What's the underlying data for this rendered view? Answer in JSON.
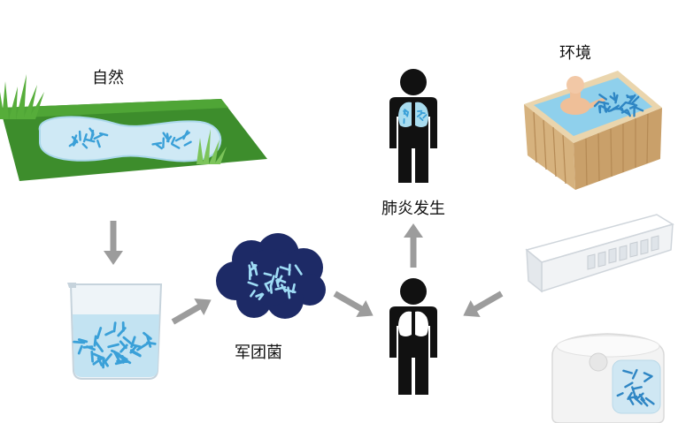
{
  "labels": {
    "nature": "自然",
    "environment": "环境",
    "pneumonia": "肺炎发生",
    "legionella": "军团菌"
  },
  "colors": {
    "grass": "#3d8d2c",
    "pond": "#cfe9f5",
    "bacteria": "#3aa0d8",
    "bacteria_light": "#9fdcf5",
    "cloud": "#1d2a66",
    "arrow": "#9c9c9c",
    "silhouette": "#111111",
    "lungs_infected": "#a9dcef",
    "lungs_healthy": "#ffffff"
  }
}
